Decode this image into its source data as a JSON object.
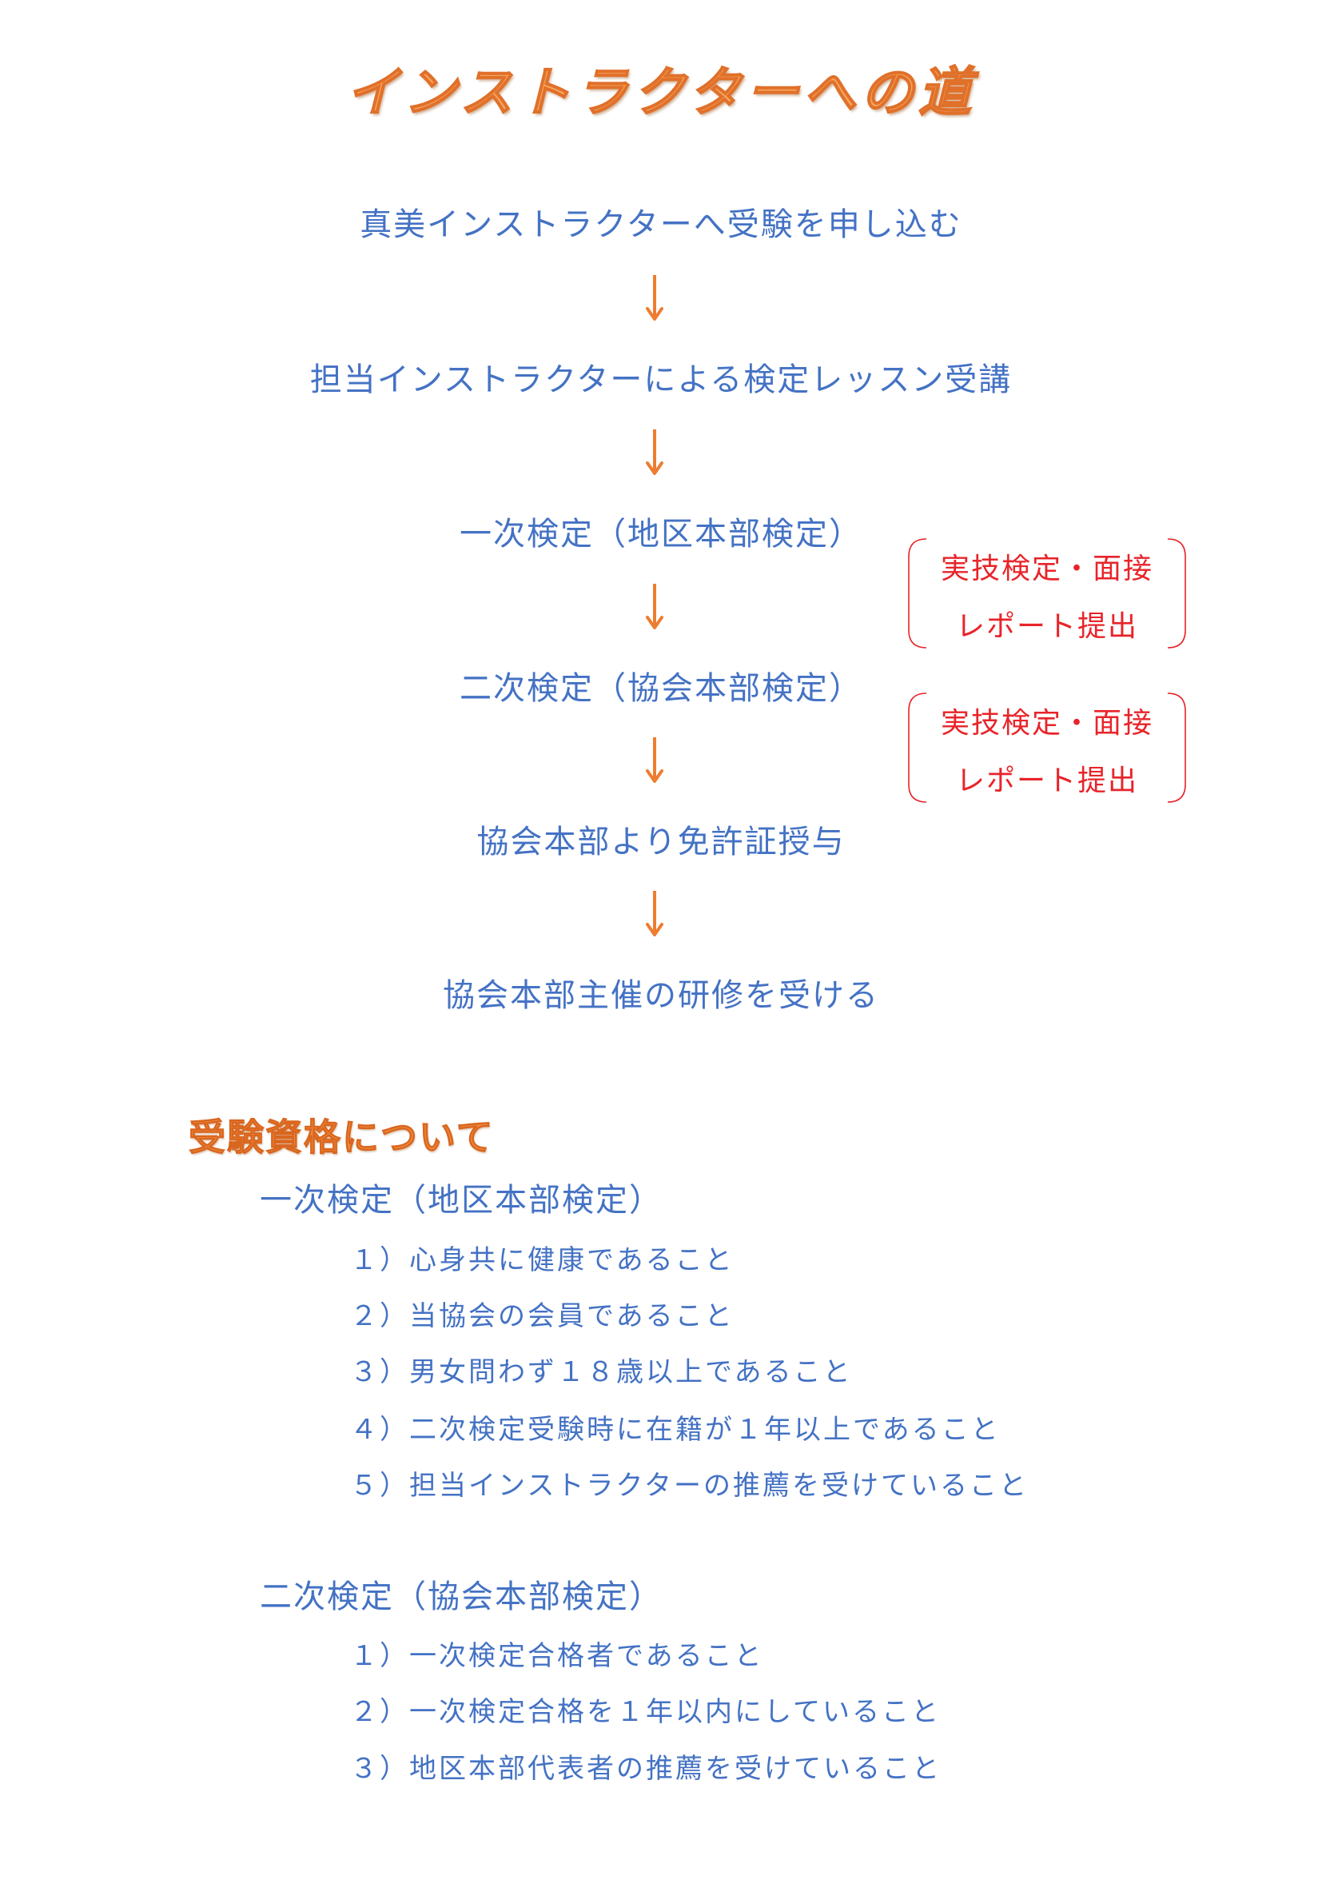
{
  "title": "インストラクターへの道",
  "colors": {
    "title_fill": "#f7a35c",
    "title_stroke": "#e0702a",
    "step_text": "#4472c4",
    "arrow": "#ed7d31",
    "note_text": "#e8242a",
    "section_title": "#f08a3c"
  },
  "flow": {
    "steps": [
      "真美インストラクターへ受験を申し込む",
      "担当インストラクターによる検定レッスン受講",
      "一次検定（地区本部検定）",
      "二次検定（協会本部検定）",
      "協会本部より免許証授与",
      "協会本部主催の研修を受ける"
    ],
    "notes": [
      {
        "line1": "実技検定・面接",
        "line2": "レポート提出"
      },
      {
        "line1": "実技検定・面接",
        "line2": "レポート提出"
      }
    ]
  },
  "qualifications": {
    "title": "受験資格について",
    "first": {
      "heading": "一次検定（地区本部検定）",
      "items": [
        "１）心身共に健康であること",
        "２）当協会の会員であること",
        "３）男女問わず１８歳以上であること",
        "４）二次検定受験時に在籍が１年以上であること",
        "５）担当インストラクターの推薦を受けていること"
      ]
    },
    "second": {
      "heading": "二次検定（協会本部検定）",
      "items": [
        "１）一次検定合格者であること",
        "２）一次検定合格を１年以内にしていること",
        "３）地区本部代表者の推薦を受けていること"
      ]
    }
  }
}
